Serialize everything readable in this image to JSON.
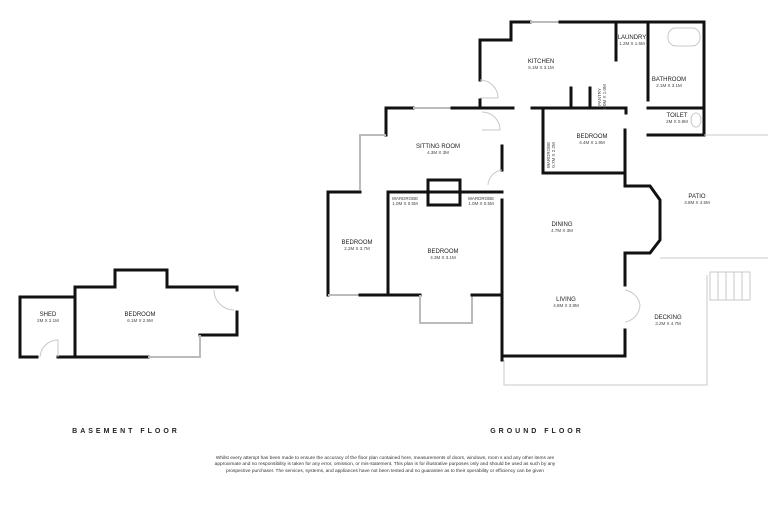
{
  "basement": {
    "title": "BASEMENT FLOOR",
    "rooms": [
      {
        "name": "SHED",
        "dims": "2M X 2.1M"
      },
      {
        "name": "BEDROOM",
        "dims": "6.1M X 2.5M"
      }
    ]
  },
  "ground": {
    "title": "GROUND FLOOR",
    "rooms": [
      {
        "name": "KITCHEN",
        "dims": "5.1M X 3.1M"
      },
      {
        "name": "LAUNDRY",
        "dims": "1.2M X 1.5M"
      },
      {
        "name": "BATHROOM",
        "dims": "2.1M X 3.1M"
      },
      {
        "name": "PANTRY",
        "dims": "1.0M X 1.0M"
      },
      {
        "name": "TOILET",
        "dims": "2M X 0.9M"
      },
      {
        "name": "SITTING ROOM",
        "dims": "4.3M X 3M"
      },
      {
        "name": "BEDROOM",
        "dims": "4.4M X 1.9M"
      },
      {
        "name": "WARDROBE",
        "dims": "0.7M X 2.2M"
      },
      {
        "name": "WARDROBE",
        "dims": "1.0M X 0.5M"
      },
      {
        "name": "WARDROBE",
        "dims": "1.0M X 0.5M"
      },
      {
        "name": "BEDROOM",
        "dims": "2.2M X 3.7M"
      },
      {
        "name": "BEDROOM",
        "dims": "4.3M X 3.1M"
      },
      {
        "name": "DINING",
        "dims": "4.7M X 3M"
      },
      {
        "name": "LIVING",
        "dims": "4.8M X 3.8M"
      },
      {
        "name": "PATIO",
        "dims": "3.8M X 4.5M"
      },
      {
        "name": "DECKING",
        "dims": "3.2M X 4.7M"
      }
    ]
  },
  "disclaimer": "Whilst every attempt has been made to ensure the accuracy of the floor plan contained here, measurements of doors, windows, room s and any other items are approximate and no responsibility is taken for any error, omission, or mis-statement. This plan is for illustrative purposes only and should be used as such by any prospective purchaser. The services, systems, and appliances have not been tested and no guarantee as to their operability or efficiency can be given"
}
